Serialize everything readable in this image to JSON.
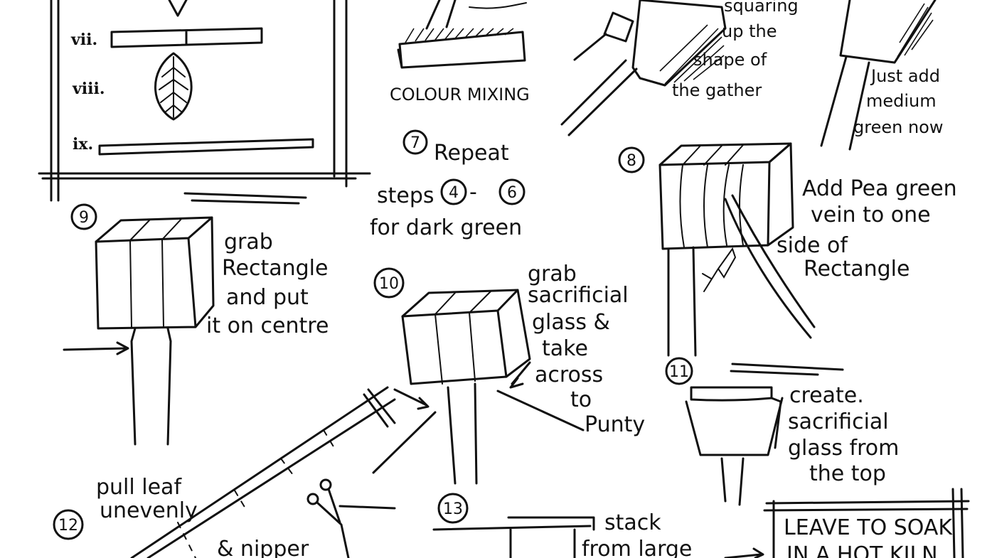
{
  "roman_list": {
    "vii": "vii.",
    "viii": "viii.",
    "ix": "ix."
  },
  "top_fragments": {
    "colour_mixing": "COLOUR MIXING",
    "squaring_1": "squaring",
    "squaring_2": "up the",
    "squaring_3": "shape of",
    "squaring_4": "the gather",
    "just_add_1": "Just add",
    "just_add_2": "medium",
    "just_add_3": "green now"
  },
  "steps": {
    "s7": {
      "num": "7",
      "line1": "Repeat",
      "line2": "steps",
      "n4": "4",
      "dash": "-",
      "n6": "6",
      "line3": "for dark green"
    },
    "s8": {
      "num": "8",
      "lines": [
        "Add Pea green",
        "vein to one",
        "side of",
        "Rectangle"
      ]
    },
    "s9": {
      "num": "9",
      "lines": [
        "grab",
        "Rectangle",
        "and put",
        "it on centre"
      ]
    },
    "s10": {
      "num": "10",
      "lines": [
        "grab",
        "sacrificial",
        "glass &",
        "take",
        "across",
        "to",
        "Punty"
      ]
    },
    "s11": {
      "num": "11",
      "lines": [
        "create.",
        "sacrificial",
        "glass from",
        "the top"
      ]
    },
    "s12": {
      "num": "12",
      "lines": [
        "pull leaf",
        "unevenly"
      ],
      "nipper": "& nipper"
    },
    "s13": {
      "num": "13",
      "lines": [
        "stack",
        "from large"
      ]
    }
  },
  "kiln_box": {
    "lines": [
      "LEAVE TO SOAK",
      "IN A HOT KILN"
    ]
  }
}
